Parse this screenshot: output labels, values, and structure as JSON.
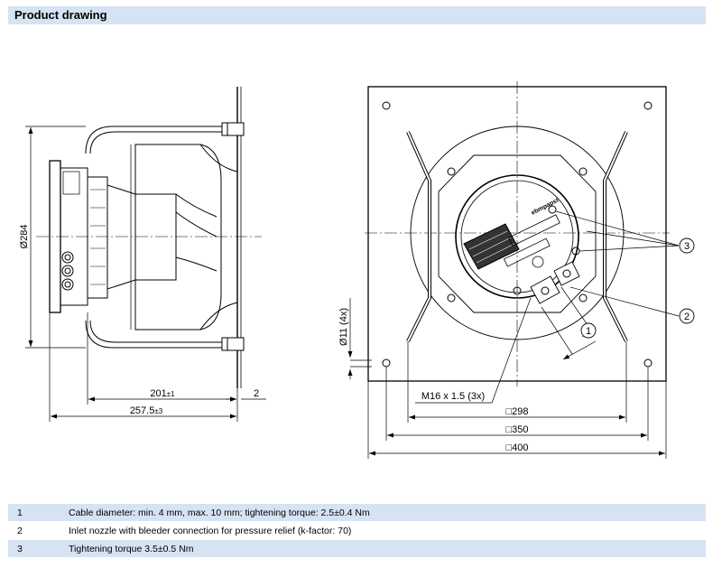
{
  "header": {
    "title": "Product drawing"
  },
  "side_view": {
    "dim_height": "Ø284",
    "dim_depth_inner": "201",
    "dim_depth_inner_tol": "±1",
    "dim_depth_total": "257.5",
    "dim_depth_total_tol": "±3",
    "dim_flange": "2"
  },
  "front_view": {
    "dim_hole": "Ø11 (4x)",
    "thread": "M16 x 1.5 (3x)",
    "dim_298": "□298",
    "dim_350": "□350",
    "dim_400": "□400",
    "callout_1": "1",
    "callout_2": "2",
    "callout_3": "3",
    "brand_label": "ebmpapst"
  },
  "notes": [
    {
      "num": "1",
      "text": "Cable diameter: min. 4 mm, max. 10 mm; tightening torque: 2.5±0.4 Nm"
    },
    {
      "num": "2",
      "text": "Inlet nozzle with bleeder connection for pressure relief (k-factor: 70)"
    },
    {
      "num": "3",
      "text": "Tightening torque 3.5±0.5 Nm"
    }
  ]
}
